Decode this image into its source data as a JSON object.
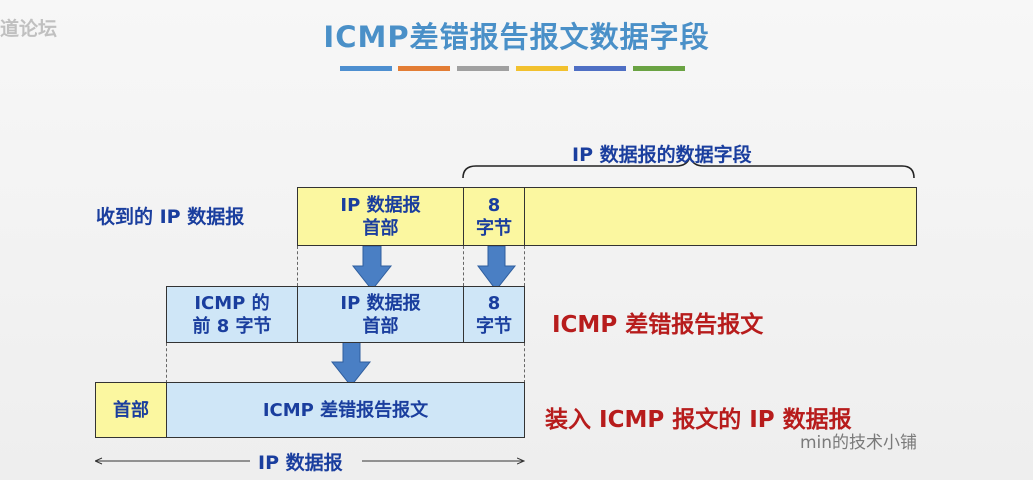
{
  "watermark_top_left": "道论坛",
  "title": "ICMP差错报告报文数据字段",
  "title_bar_colors": [
    "#4d8fd0",
    "#e37d35",
    "#a0a0a0",
    "#f2c12e",
    "#4f6fc4",
    "#6aa343"
  ],
  "brace_label": "IP 数据报的数据字段",
  "row1": {
    "side_label": "收到的 IP 数据报",
    "header_line1": "IP 数据报",
    "header_line2": "首部",
    "bytes_line1": "8",
    "bytes_line2": "字节"
  },
  "row2": {
    "icmp_line1": "ICMP 的",
    "icmp_line2": "前 8 字节",
    "header_line1": "IP 数据报",
    "header_line2": "首部",
    "bytes_line1": "8",
    "bytes_line2": "字节",
    "side_label": "ICMP 差错报告报文"
  },
  "row3": {
    "header": "首部",
    "body": "ICMP 差错报告报文",
    "side_label": "装入 ICMP 报文的 IP 数据报"
  },
  "span_label": "IP 数据报",
  "watermark_bottom_right": "min的技术小铺",
  "colors": {
    "yellow_box": "#fbf7a0",
    "light_blue_box": "#cfe6f7",
    "arrow_fill": "#4a7fc4",
    "dark_blue_text": "#1a3e9e",
    "red_text": "#b71c1c"
  }
}
